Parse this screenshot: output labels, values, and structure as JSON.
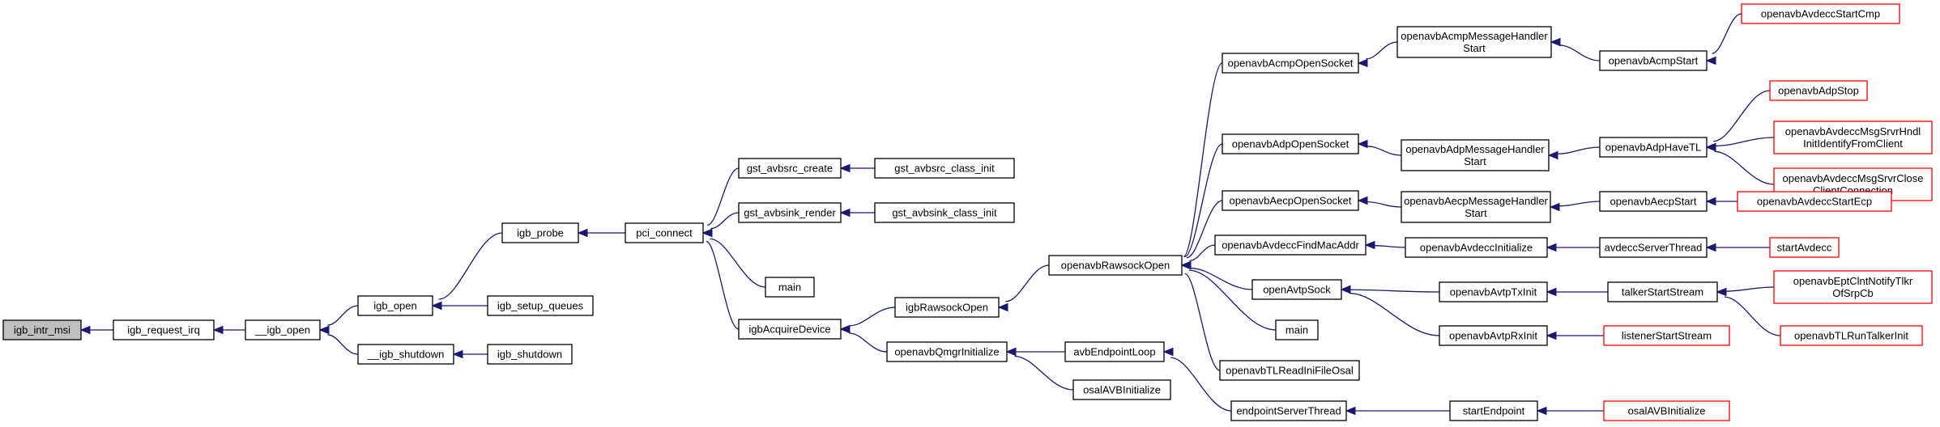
{
  "nodes": [
    {
      "id": "n0",
      "lines": [
        "igb_intr_msi"
      ]
    },
    {
      "id": "n1",
      "lines": [
        "igb_request_irq"
      ]
    },
    {
      "id": "n2",
      "lines": [
        "__igb_open"
      ]
    },
    {
      "id": "n3",
      "lines": [
        "igb_open"
      ]
    },
    {
      "id": "n4",
      "lines": [
        "__igb_shutdown"
      ]
    },
    {
      "id": "n5",
      "lines": [
        "igb_probe"
      ]
    },
    {
      "id": "n6",
      "lines": [
        "igb_setup_queues"
      ]
    },
    {
      "id": "n7",
      "lines": [
        "igb_shutdown"
      ]
    },
    {
      "id": "n8",
      "lines": [
        "pci_connect"
      ]
    },
    {
      "id": "n9",
      "lines": [
        "gst_avbsrc_create"
      ]
    },
    {
      "id": "n10",
      "lines": [
        "gst_avbsink_render"
      ]
    },
    {
      "id": "n11",
      "lines": [
        "main"
      ]
    },
    {
      "id": "n12",
      "lines": [
        "igbAcquireDevice"
      ]
    },
    {
      "id": "n13",
      "lines": [
        "gst_avbsrc_class_init"
      ]
    },
    {
      "id": "n14",
      "lines": [
        "gst_avbsink_class_init"
      ]
    },
    {
      "id": "n15",
      "lines": [
        "igbRawsockOpen"
      ]
    },
    {
      "id": "n16",
      "lines": [
        "openavbQmgrInitialize"
      ]
    },
    {
      "id": "n17",
      "lines": [
        "openavbRawsockOpen"
      ]
    },
    {
      "id": "n18",
      "lines": [
        "avbEndpointLoop"
      ]
    },
    {
      "id": "n19",
      "lines": [
        "osalAVBInitialize"
      ]
    },
    {
      "id": "n20",
      "lines": [
        "openavbAcmpOpenSocket"
      ]
    },
    {
      "id": "n21",
      "lines": [
        "openavbAdpOpenSocket"
      ]
    },
    {
      "id": "n22",
      "lines": [
        "openavbAecpOpenSocket"
      ]
    },
    {
      "id": "n23",
      "lines": [
        "openavbAvdeccFindMacAddr"
      ]
    },
    {
      "id": "n24",
      "lines": [
        "openAvtpSock"
      ]
    },
    {
      "id": "n25",
      "lines": [
        "main"
      ]
    },
    {
      "id": "n26",
      "lines": [
        "openavbTLReadIniFileOsal"
      ]
    },
    {
      "id": "n27",
      "lines": [
        "endpointServerThread"
      ]
    },
    {
      "id": "n28",
      "lines": [
        "openavbAcmpMessageHandler",
        "Start"
      ]
    },
    {
      "id": "n29",
      "lines": [
        "openavbAdpMessageHandler",
        "Start"
      ]
    },
    {
      "id": "n30",
      "lines": [
        "openavbAecpMessageHandler",
        "Start"
      ]
    },
    {
      "id": "n31",
      "lines": [
        "openavbAvdeccInitialize"
      ]
    },
    {
      "id": "n32",
      "lines": [
        "openavbAvtpTxInit"
      ]
    },
    {
      "id": "n33",
      "lines": [
        "openavbAvtpRxInit"
      ]
    },
    {
      "id": "n34",
      "lines": [
        "startEndpoint"
      ]
    },
    {
      "id": "n35",
      "lines": [
        "openavbAcmpStart"
      ]
    },
    {
      "id": "n36",
      "lines": [
        "openavbAdpHaveTL"
      ]
    },
    {
      "id": "n37",
      "lines": [
        "openavbAecpStart"
      ]
    },
    {
      "id": "n38",
      "lines": [
        "avdeccServerThread"
      ]
    },
    {
      "id": "n39",
      "lines": [
        "talkerStartStream"
      ]
    },
    {
      "id": "n40",
      "lines": [
        "listenerStartStream"
      ]
    },
    {
      "id": "n41",
      "lines": [
        "osalAVBInitialize"
      ]
    },
    {
      "id": "n42",
      "lines": [
        "openavbAvdeccStartCmp"
      ]
    },
    {
      "id": "n43",
      "lines": [
        "openavbAdpStop"
      ]
    },
    {
      "id": "n44",
      "lines": [
        "openavbAvdeccMsgSrvrHndl",
        "InitIdentifyFromClient"
      ]
    },
    {
      "id": "n45",
      "lines": [
        "openavbAvdeccMsgSrvrClose",
        "ClientConnection"
      ]
    },
    {
      "id": "n46",
      "lines": [
        "openavbAvdeccStartEcp"
      ]
    },
    {
      "id": "n47",
      "lines": [
        "startAvdecc"
      ]
    },
    {
      "id": "n48",
      "lines": [
        "openavbEptClntNotifyTlkr",
        "OfSrpCb"
      ]
    },
    {
      "id": "n49",
      "lines": [
        "openavbTLRunTalkerInit"
      ]
    }
  ]
}
